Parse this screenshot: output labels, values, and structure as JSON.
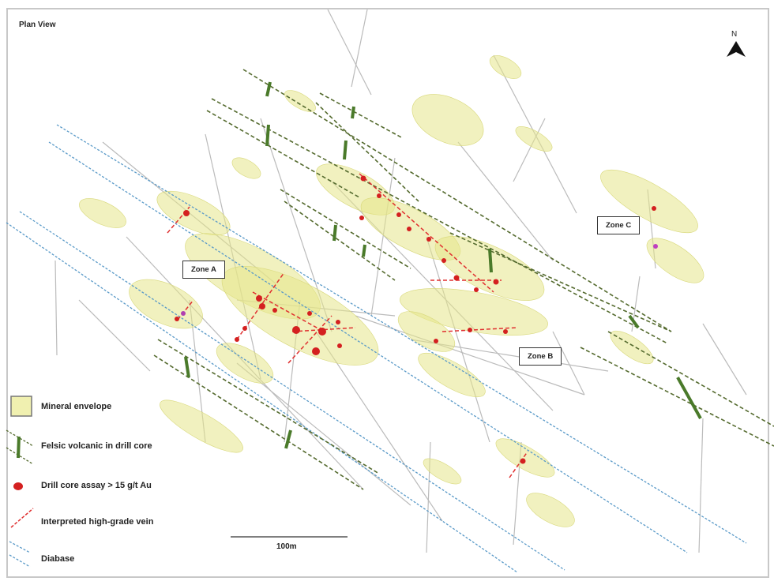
{
  "title": "Plan View",
  "north_label": "N",
  "zones": [
    "Zone A",
    "Zone B",
    "Zone C"
  ],
  "legend": [
    {
      "label": "Mineral envelope",
      "icon": "mineral-envelope-swatch"
    },
    {
      "label": "Felsic volcanic in drill core",
      "icon": "felsic-volcanic-symbol"
    },
    {
      "label": "Drill core assay > 15 g/t Au",
      "icon": "assay-dot"
    },
    {
      "label": "Interpreted high-grade vein",
      "icon": "red-dashed-line"
    },
    {
      "label": "Diabase",
      "icon": "blue-dashed-lines"
    }
  ],
  "scale_bar": "100m",
  "colors": {
    "envelope": "#e6e68a",
    "felsic": "#4a7a2a",
    "assay": "#d42020",
    "vein": "#e03030",
    "diabase": "#5a9ac8",
    "drillhole": "#b8b8b8"
  }
}
